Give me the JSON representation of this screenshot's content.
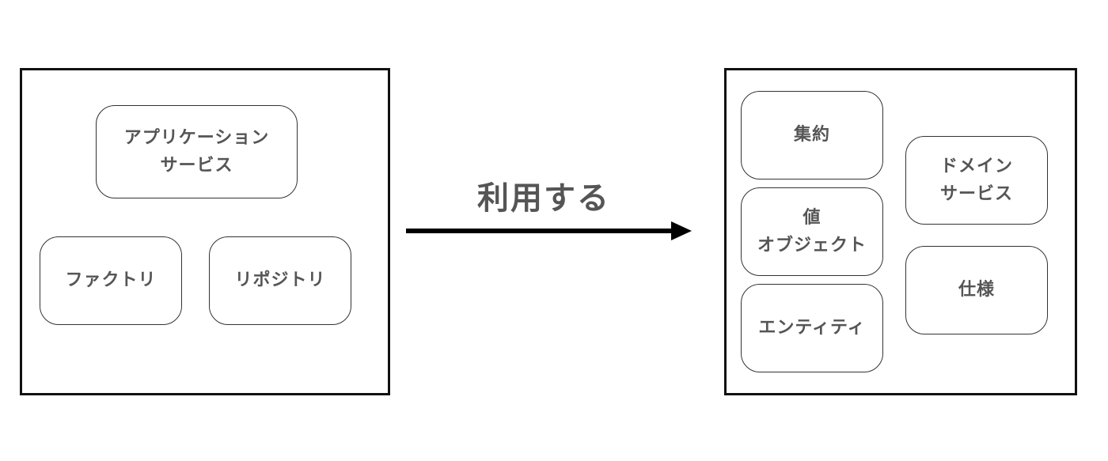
{
  "left_frame": {
    "nodes": [
      {
        "label": "アプリケーション\nサービス"
      },
      {
        "label": "ファクトリ"
      },
      {
        "label": "リポジトリ"
      }
    ]
  },
  "arrow": {
    "label": "利用する"
  },
  "right_frame": {
    "nodes": [
      {
        "label": "集約"
      },
      {
        "label": "値\nオブジェクト"
      },
      {
        "label": "エンティティ"
      },
      {
        "label": "ドメイン\nサービス"
      },
      {
        "label": "仕様"
      }
    ]
  }
}
